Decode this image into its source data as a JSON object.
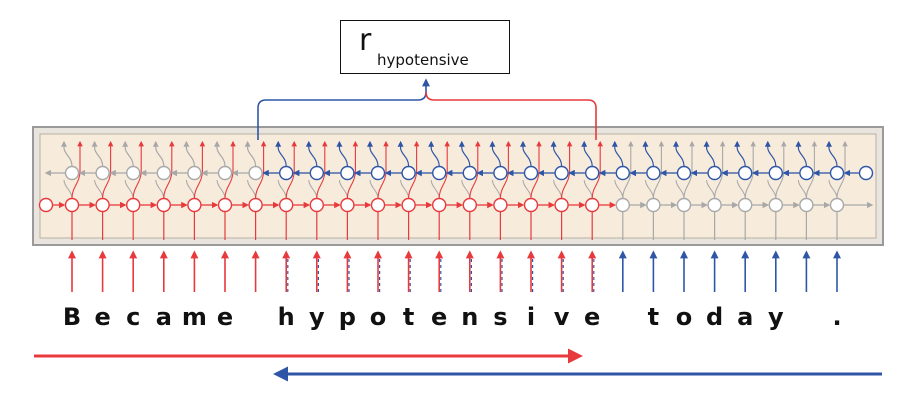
{
  "label": {
    "main": "r",
    "subscript": "hypotensive"
  },
  "sentence": {
    "characters": [
      "B",
      "e",
      "c",
      "a",
      "m",
      "e",
      " ",
      "h",
      "y",
      "p",
      "o",
      "t",
      "e",
      "n",
      "s",
      "i",
      "v",
      "e",
      " ",
      "t",
      "o",
      "d",
      "a",
      "y",
      " ",
      "."
    ]
  },
  "colors": {
    "forward": "#e8393c",
    "backward": "#2f56a6",
    "inactive": "#a8a8a8",
    "panel_fill": "#f7ebdc",
    "panel_border": "#9a9a9a",
    "text": "#111111"
  },
  "highlight": {
    "forward_active_through_index": 17,
    "backward_active_from_index": 7,
    "span_start_index": 7,
    "span_end_index": 17
  }
}
